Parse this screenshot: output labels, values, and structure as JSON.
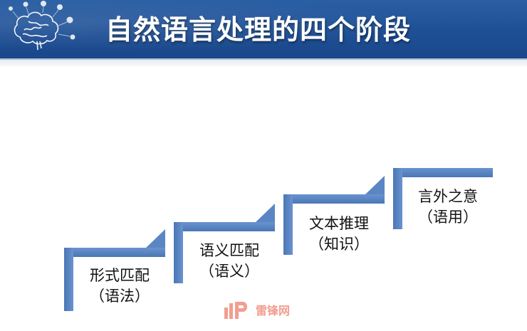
{
  "title": "自然语言处理的四个阶段",
  "colors": {
    "header": "#1e4f95",
    "step": "#5b86c4",
    "step_edge": "#3c6aa8",
    "text": "#111111",
    "watermark": "#f08e7c"
  },
  "steps": [
    {
      "line1": "形式匹配",
      "line2": "（语法）"
    },
    {
      "line1": "语义匹配",
      "line2": "（语义）"
    },
    {
      "line1": "文本推理",
      "line2": "（知识）"
    },
    {
      "line1": "言外之意",
      "line2": "（语用）"
    }
  ],
  "watermark": {
    "text": "雷锋网",
    "icon": "leiphone-logo-icon"
  },
  "header_icon": "brain-lightbulb-icon"
}
